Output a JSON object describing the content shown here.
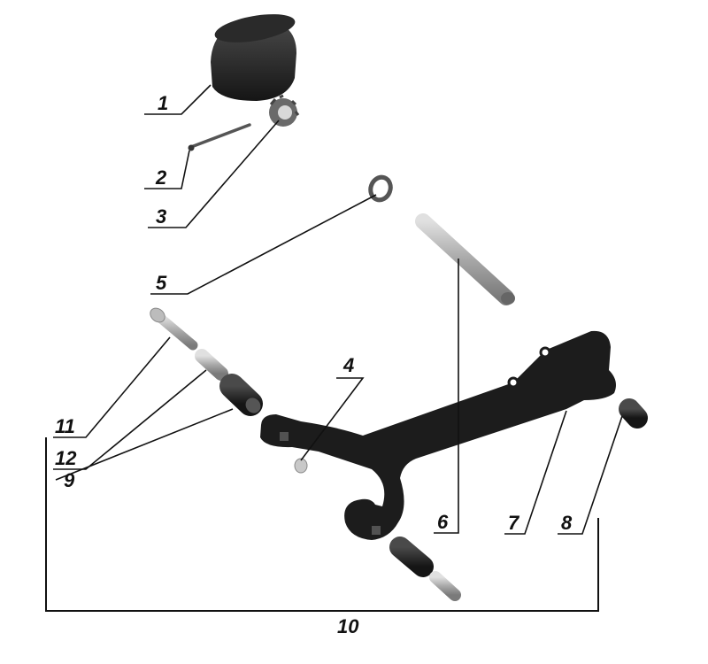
{
  "diagram": {
    "type": "exploded-parts-diagram",
    "subject": "suspension lower control arm assembly",
    "colors": {
      "background": "#ffffff",
      "line": "#111111",
      "dark_part": "#1c1c1c",
      "metal_part": "#a8a8a8"
    },
    "callouts": [
      {
        "id": "1",
        "label": "1",
        "part": "dust-boot"
      },
      {
        "id": "2",
        "label": "2",
        "part": "cotter-pin"
      },
      {
        "id": "3",
        "label": "3",
        "part": "castle-nut"
      },
      {
        "id": "4",
        "label": "4",
        "part": "small-nut"
      },
      {
        "id": "5",
        "label": "5",
        "part": "washer"
      },
      {
        "id": "6",
        "label": "6",
        "part": "pin-shaft"
      },
      {
        "id": "7",
        "label": "7",
        "part": "control-arm"
      },
      {
        "id": "8",
        "label": "8",
        "part": "rear-bushing"
      },
      {
        "id": "9",
        "label": "9",
        "part": "front-bushing"
      },
      {
        "id": "10",
        "label": "10",
        "part": "assembly-group"
      },
      {
        "id": "11",
        "label": "11",
        "part": "bolt"
      },
      {
        "id": "12",
        "label": "12",
        "part": "sleeve"
      }
    ]
  }
}
